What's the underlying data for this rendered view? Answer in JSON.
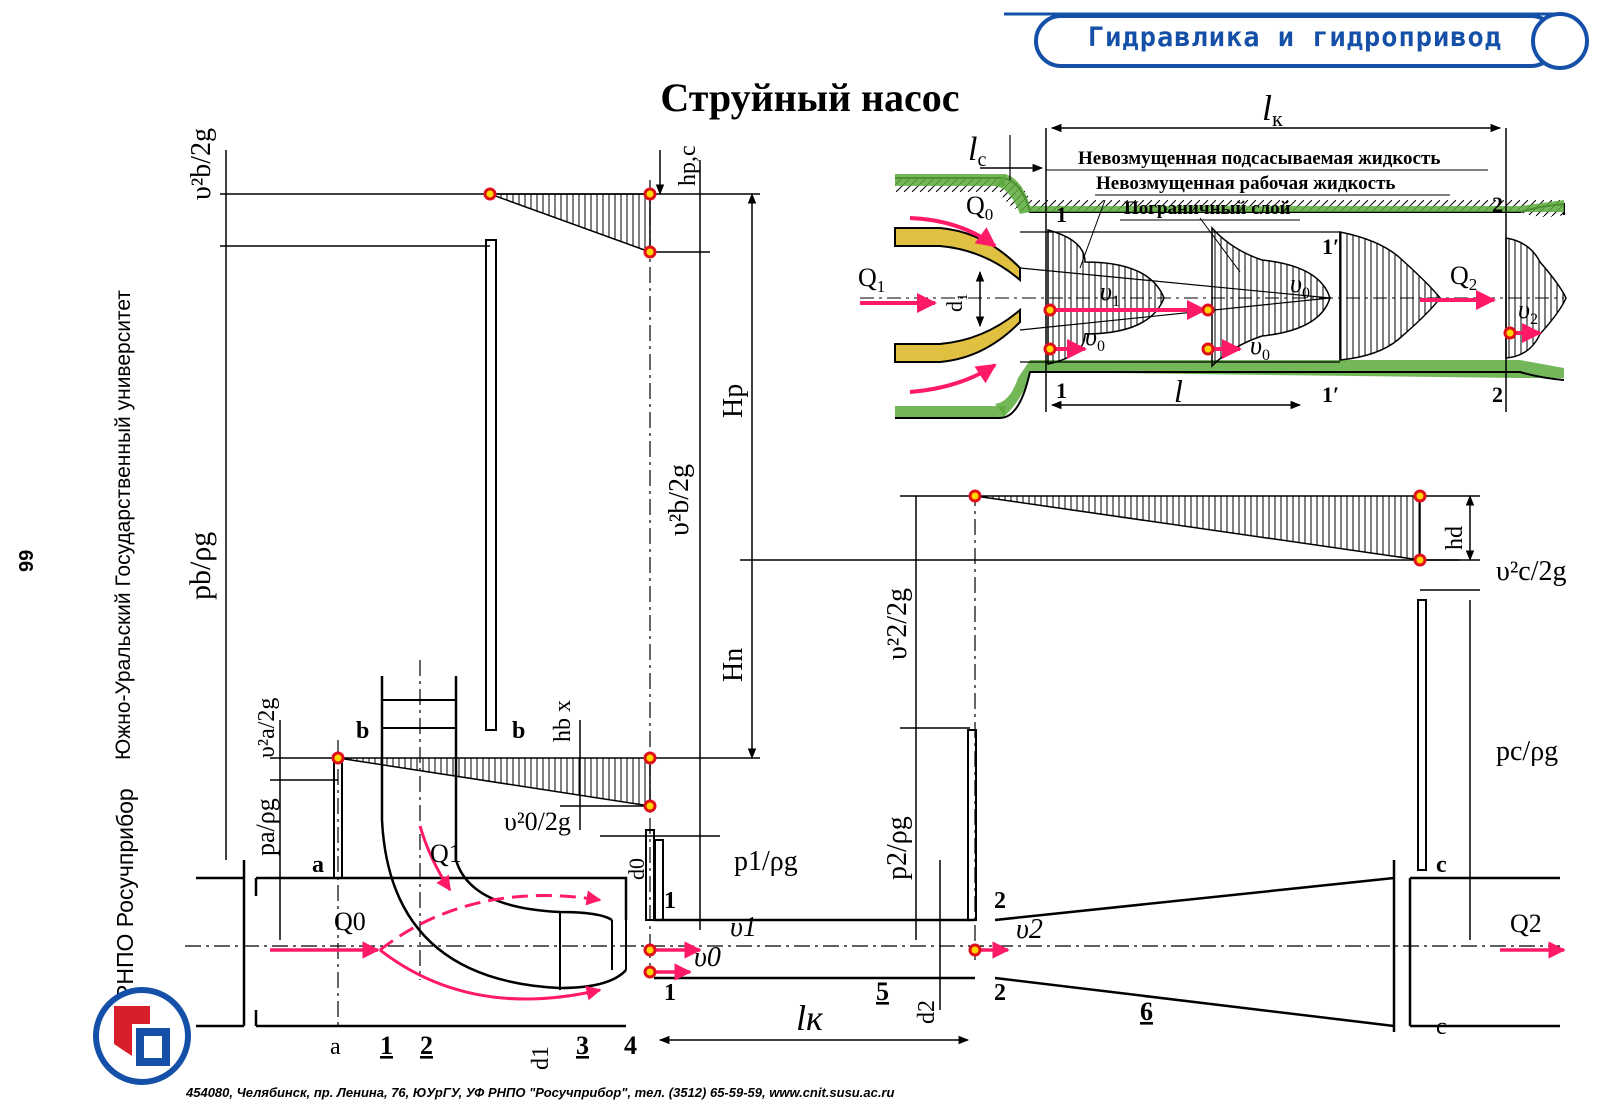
{
  "header": {
    "subject": "Гидравлика  и  гидропривод"
  },
  "title": "Струйный насос",
  "sidebar": {
    "page_number": "99",
    "university": "Южно-Уральский  Государственный  университет",
    "org": "РНПО Росучприбор"
  },
  "footer": {
    "address": "454080, Челябинск, пр. Ленина, 76, ЮУрГУ, УФ РНПО \"Росучприбор\", тел. (3512) 65-59-59, www.cnit.susu.ac.ru"
  },
  "inset": {
    "labels": {
      "lk": "l",
      "lk_sub": "к",
      "lc": "l",
      "lc_sub": "c",
      "undisturbed_suction": "Невозмущенная подсасываемая жидкость",
      "undisturbed_working": "Невозмущенная рабочая  жидкость",
      "boundary_layer": "Пограничный слой",
      "q0": "Q",
      "q0_sub": "0",
      "q1": "Q",
      "q1_sub": "1",
      "q2": "Q",
      "q2_sub": "2",
      "d1": "d",
      "d1_sub": "1",
      "v1": "υ",
      "v1_sub": "1",
      "v0": "υ",
      "v0_sub": "0",
      "v2": "υ",
      "v2_sub": "2",
      "l": "l",
      "sec1": "1",
      "sec1p": "1′",
      "sec2": "2"
    }
  },
  "main": {
    "labels": {
      "vb2_2g": "υ²b/2g",
      "hpc": "hp,c",
      "pb_rhog": "pb/ρg",
      "hp": "Hp",
      "hn": "Hn",
      "vb2_2g_b": "υ²b/2g",
      "va2_2g": "υ²a/2g",
      "pa_rhog": "pa/ρg",
      "hbx": "hb x",
      "v0_2g": "υ²0/2g",
      "d0": "d0",
      "p1_rhog": "p1/ρg",
      "v2_2g": "υ²2/2g",
      "p2_rhog": "p2/ρg",
      "hd": "hd",
      "vc2_2g": "υ²c/2g",
      "pc_rhog": "pc/ρg",
      "q0": "Q0",
      "q1": "Q1",
      "q2": "Q2",
      "v1": "υ1",
      "v0": "υ0",
      "v2": "υ2",
      "d1": "d1",
      "d2": "d2",
      "lk": "lк",
      "sec_a": "a",
      "sec_b": "b",
      "sec_c": "c",
      "sec_1": "1",
      "sec_2": "2",
      "n1": "1",
      "n2": "2",
      "n3": "3",
      "n4": "4",
      "n5": "5",
      "n6": "6"
    }
  },
  "colors": {
    "accent": "#1550a8",
    "flow_arrow": "#ff1a66",
    "wall_green": "#5aaa3c",
    "nozzle_yellow": "#e0c040",
    "marker_fill": "#ffd700",
    "marker_stroke": "#e0101a",
    "logo_red": "#d81e2a"
  }
}
